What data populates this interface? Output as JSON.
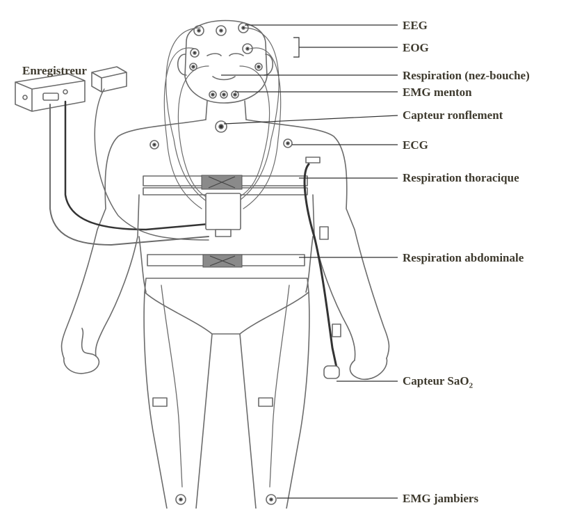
{
  "diagram": {
    "recorder_label": "Enregistreur",
    "labels": {
      "eeg": "EEG",
      "eog": "EOG",
      "resp_nose_mouth": "Respiration (nez-bouche)",
      "emg_chin": "EMG menton",
      "snore": "Capteur ronflement",
      "ecg": "ECG",
      "resp_thorax": "Respiration thoracique",
      "resp_abdomen": "Respiration abdominale",
      "sao2_main": "Capteur SaO",
      "sao2_sub": "2",
      "emg_legs": "EMG jambiers"
    },
    "colors": {
      "label_text": "#3e3a2e",
      "outline": "#6b6b6b",
      "belt_buckle": "#8a8a8a",
      "leader_line": "#2e2e2e"
    }
  }
}
